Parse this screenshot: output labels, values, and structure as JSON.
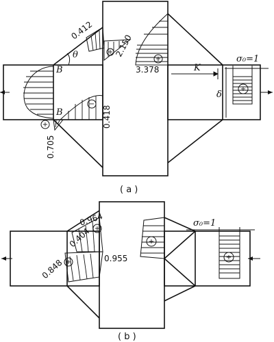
{
  "figure_a": {
    "caption": "( a )",
    "labels": {
      "v0412": "0.412",
      "v2150": "2.150",
      "v3378": "3.378",
      "v0418": "0.418",
      "v0705": "0.705",
      "b_top": "B",
      "b_bottom": "B",
      "theta": "θ",
      "k": "K",
      "delta": "δ",
      "sigma": "σ₀=1"
    },
    "signs": {
      "plus": "+",
      "minus": "−"
    }
  },
  "figure_b": {
    "caption": "( b )",
    "labels": {
      "v0964": "0.964",
      "v0404": "0.404",
      "v0848": "0.848",
      "v0955": "0.955",
      "sigma": "σ₀=1"
    },
    "signs": {
      "plus": "+"
    }
  }
}
